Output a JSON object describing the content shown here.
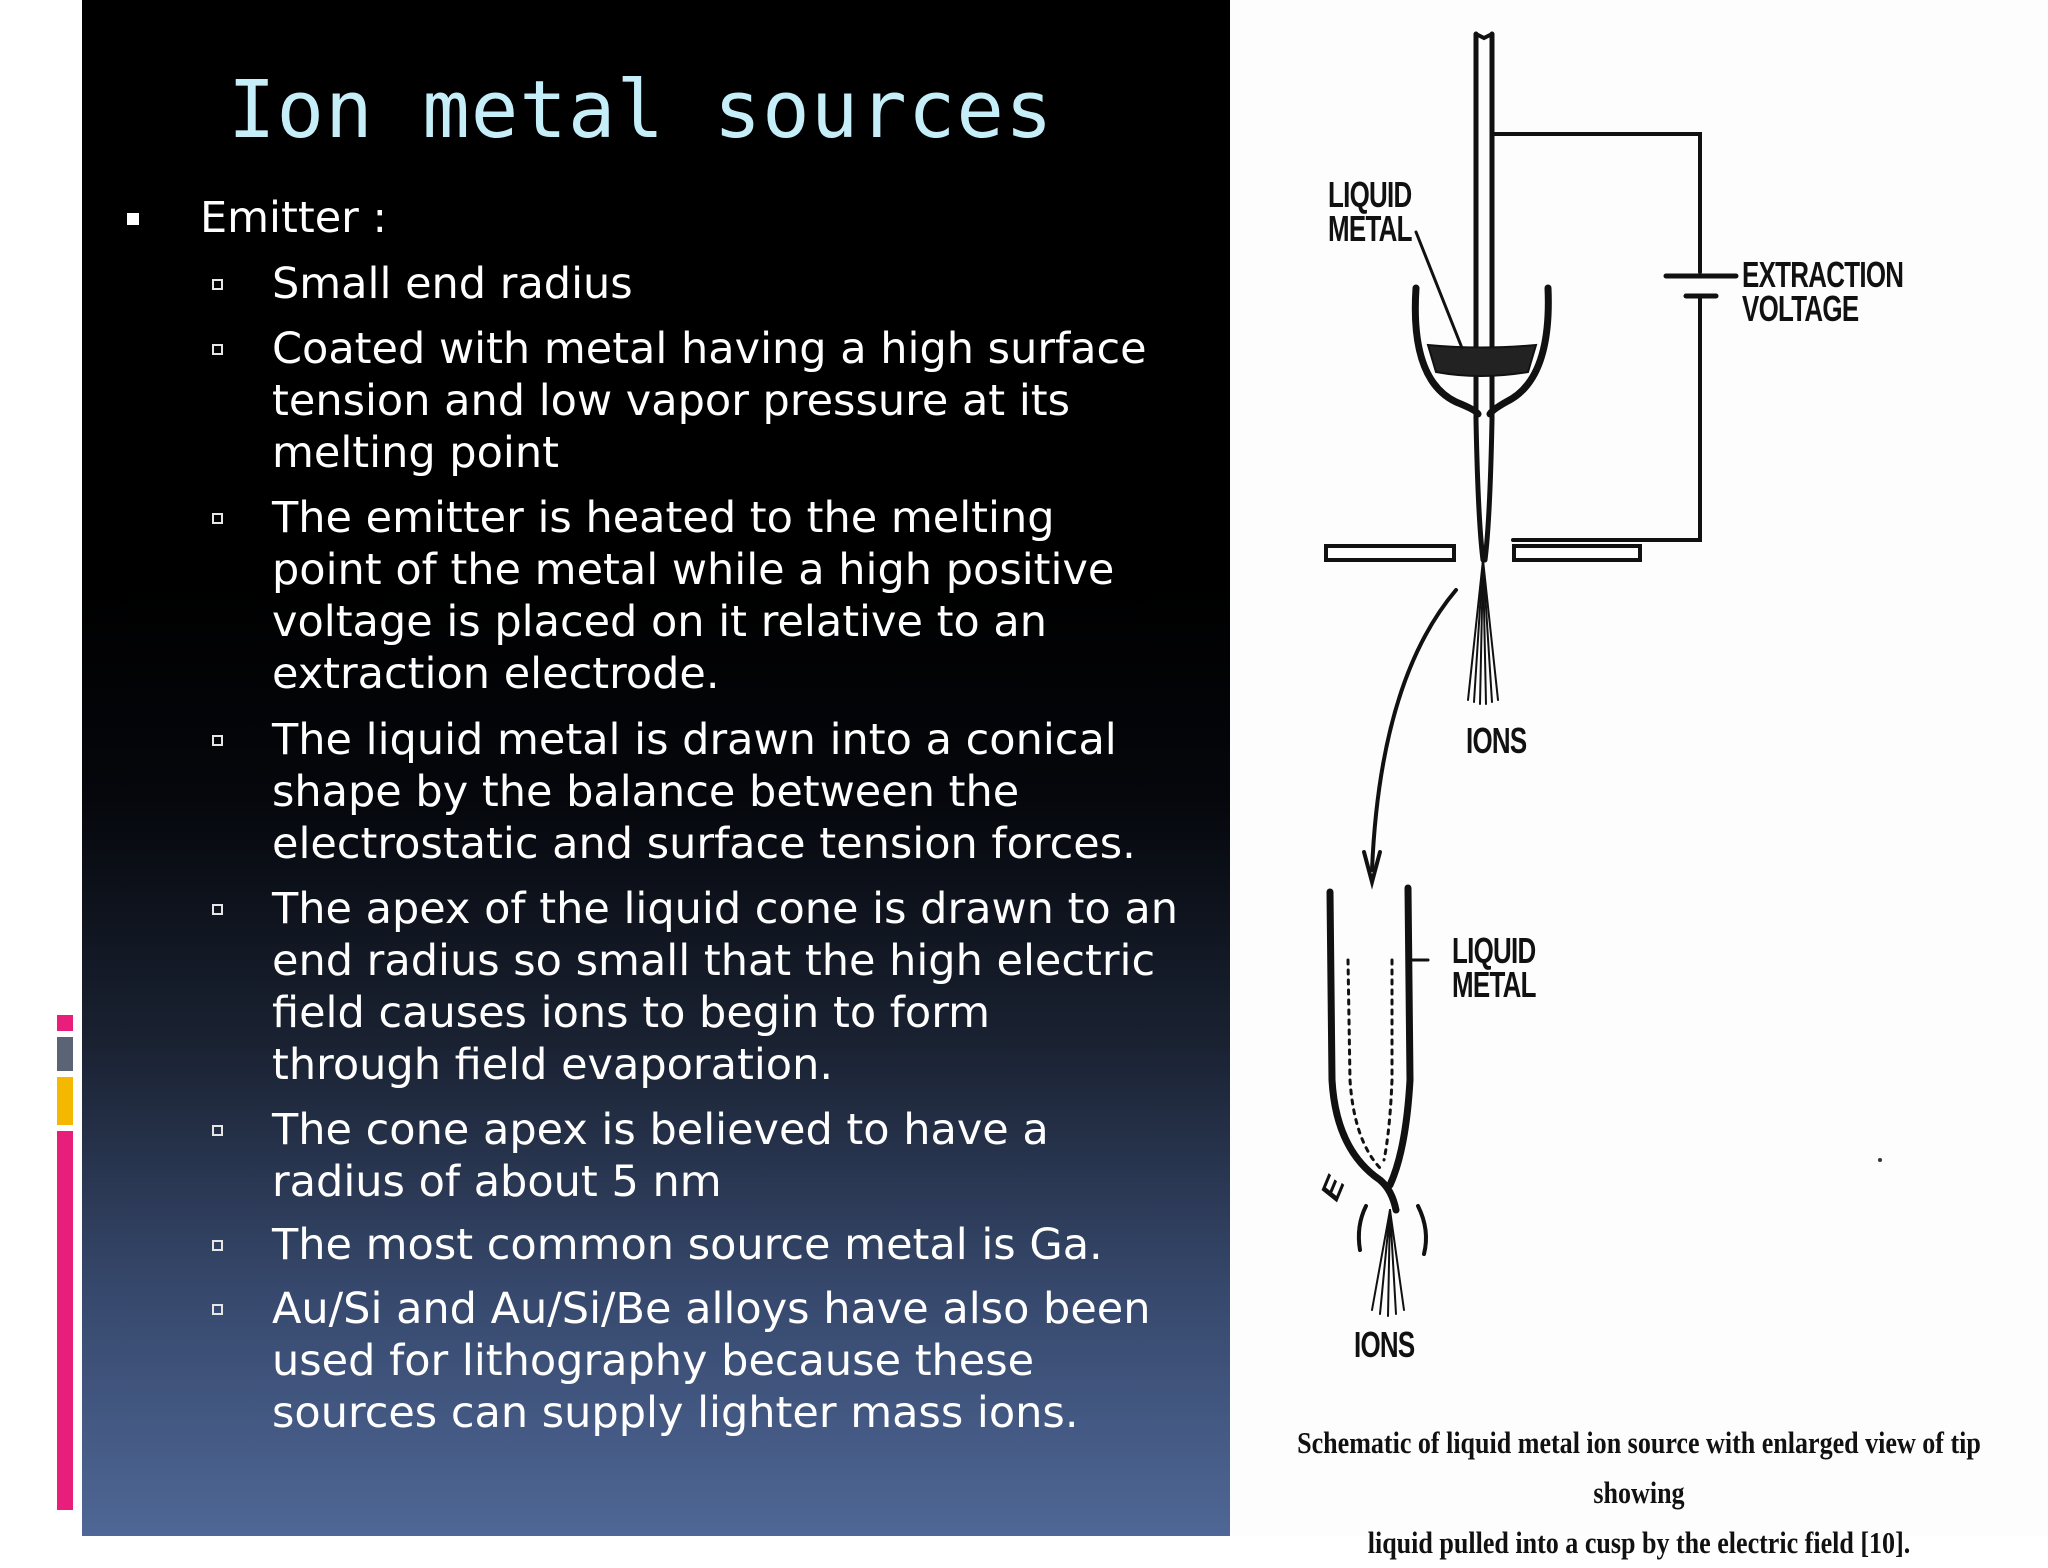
{
  "slide": {
    "title": "Ion metal sources",
    "bullet": "Emitter :",
    "sub_bullets": [
      [
        "Small end radius"
      ],
      [
        "Coated with metal having a high surface",
        "tension and low vapor pressure at its",
        "melting point"
      ],
      [
        "The emitter is heated to the melting",
        "point of the metal while a high positive",
        "voltage is placed on it relative to an",
        "extraction electrode."
      ],
      [
        "The liquid metal is drawn into a conical",
        "shape by the balance between the",
        "electrostatic and surface tension forces."
      ],
      [
        "The apex of the liquid cone is drawn to an",
        "end radius so small that the high electric",
        "field causes ions to begin to form",
        "through  field evaporation."
      ],
      [
        "The cone apex is believed to have a",
        "radius of about 5 nm"
      ],
      [
        "The most common source metal is Ga."
      ],
      [
        "Au/Si and Au/Si/Be alloys have also been",
        "used for lithography  because these",
        "sources can supply lighter mass ions."
      ]
    ]
  },
  "figure": {
    "label_liquid_metal_top": [
      "LIQUID",
      "METAL"
    ],
    "label_extraction_voltage": [
      "EXTRACTION",
      "VOLTAGE"
    ],
    "label_ions_top": "IONS",
    "label_liquid_metal_bottom": [
      "LIQUID",
      "METAL"
    ],
    "label_e": "E",
    "label_ions_bottom": "IONS",
    "caption": [
      "Schematic of liquid metal ion source with enlarged view of tip showing",
      "liquid pulled into a cusp by the electric field [10]."
    ]
  },
  "colors": {
    "title": "#c6eef8",
    "accent_pink": "#e91e7a",
    "accent_gold": "#f5b800",
    "accent_grey": "#5a6474"
  }
}
